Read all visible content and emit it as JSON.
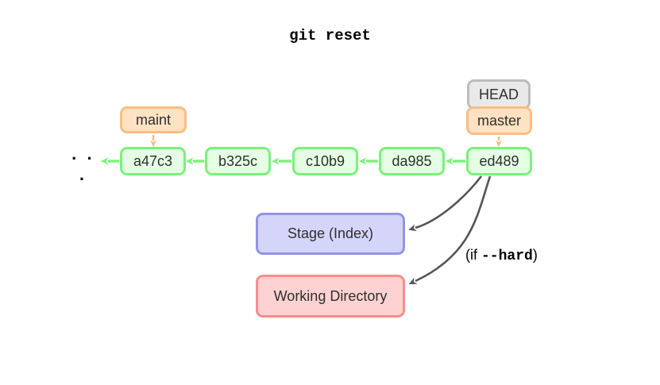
{
  "title": "git reset",
  "ellipsis": "· · ·",
  "commits": [
    {
      "id": "a47c3"
    },
    {
      "id": "b325c"
    },
    {
      "id": "c10b9"
    },
    {
      "id": "da985"
    },
    {
      "id": "ed489"
    }
  ],
  "refs": {
    "head": "HEAD",
    "master": "master",
    "maint": "maint"
  },
  "areas": {
    "stage": "Stage (Index)",
    "working_directory": "Working Directory"
  },
  "annotation": {
    "prefix": "(if ",
    "code": "--hard",
    "suffix": ")"
  },
  "colors": {
    "commit-fill": "#e4ffe4",
    "commit-border": "#7bf17b",
    "branch-fill": "#ffe2c2",
    "branch-border": "#fcbd82",
    "head-fill": "#e9e9e9",
    "head-border": "#bdbdbd",
    "stage-fill": "#d5d5f9",
    "stage-border": "#9494e8",
    "wd-fill": "#ffd2d2",
    "wd-border": "#f98d8d",
    "arrow": "#555555",
    "text": "#2f2f2f"
  }
}
